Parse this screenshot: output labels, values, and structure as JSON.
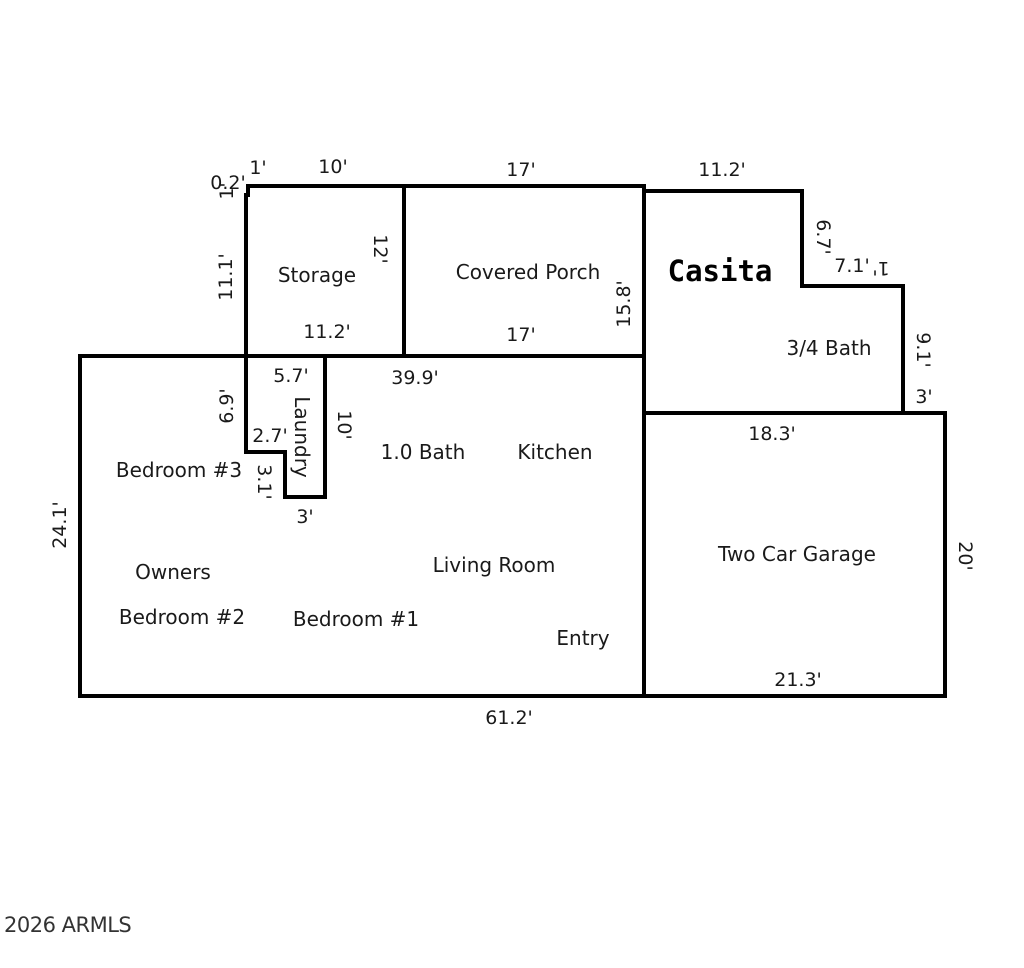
{
  "rooms": {
    "storage": "Storage",
    "covered_porch": "Covered Porch",
    "casita": "Casita",
    "three_quarter_bath": "3/4 Bath",
    "laundry": "Laundry",
    "bath_one": "1.0 Bath",
    "kitchen": "Kitchen",
    "bedroom_3": "Bedroom #3",
    "owners": "Owners",
    "bedroom_2": "Bedroom #2",
    "bedroom_1": "Bedroom #1",
    "living_room": "Living Room",
    "entry": "Entry",
    "garage": "Two Car Garage"
  },
  "dimensions": {
    "d_0_2": "0.2'",
    "d_1_top": "1'",
    "d_1_left": "1'",
    "d_10_top": "10'",
    "d_17_top": "17'",
    "d_11_2_top": "11.2'",
    "d_11_1": "11.1'",
    "d_12": "12'",
    "d_11_2_storage": "11.2'",
    "d_17_porch": "17'",
    "d_15_8": "15.8'",
    "d_6_7": "6.7'",
    "d_7_1": "7.1'",
    "d_1_casita": "1'",
    "d_9_1": "9.1'",
    "d_3_bath": "3'",
    "d_18_3": "18.3'",
    "d_20": "20'",
    "d_21_3": "21.3'",
    "d_61_2": "61.2'",
    "d_24_1": "24.1'",
    "d_6_9": "6.9'",
    "d_5_7": "5.7'",
    "d_39_9": "39.9'",
    "d_10_laundry": "10'",
    "d_2_7": "2.7'",
    "d_3_1": "3.1'",
    "d_3_laundry": "3'"
  },
  "copyright": "2026 ARMLS"
}
